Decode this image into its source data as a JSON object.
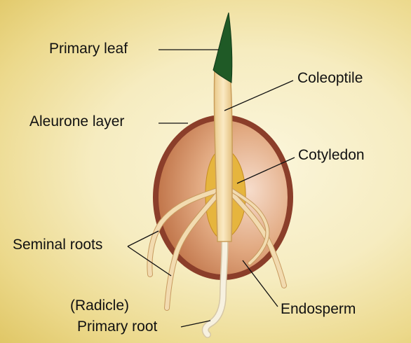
{
  "labels": {
    "primary_leaf": "Primary leaf",
    "coleoptile": "Coleoptile",
    "aleurone_layer": "Aleurone layer",
    "cotyledon": "Cotyledon",
    "seminal_roots": "Seminal roots",
    "radicle": "(Radicle)",
    "primary_root": "Primary root",
    "endosperm": "Endosperm"
  },
  "colors": {
    "seed_coat": "#8b3e2a",
    "endosperm": "#d4956a",
    "cotyledon": "#e6b53e",
    "coleoptile": "#f0d9a0",
    "primary_leaf": "#1f5a26",
    "root": "#f2dbb0",
    "leader_line": "#111111"
  }
}
